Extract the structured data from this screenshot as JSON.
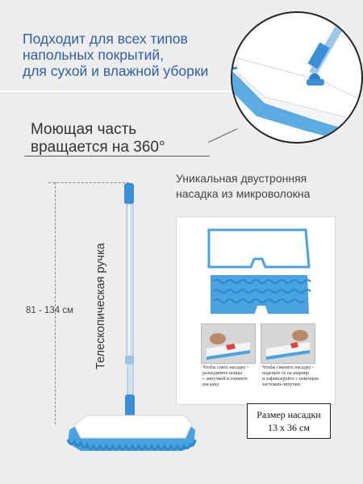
{
  "headline": {
    "lines": [
      "Подходит для всех типов",
      "напольных покрытий,",
      "для сухой и влажной уборки"
    ]
  },
  "rotation_feature": {
    "lines": [
      "Моющая часть",
      "вращается на 360°"
    ]
  },
  "pad_feature": {
    "lines": [
      "Уникальная двустронняя",
      "насадка из микроволокна"
    ]
  },
  "handle": {
    "label": "Телескопическая ручка",
    "height": "81 - 134 см"
  },
  "instructions": {
    "step1": [
      "Чтобы снять насадку -",
      "разъедините концы",
      "с липучкой и снимите",
      "насадку."
    ],
    "step2": [
      "Чтобы сменить насадку -",
      "наденьте ее на шарнир",
      "и зафиксируйте с помощью",
      "застежки-липучки."
    ]
  },
  "pad_size": {
    "title": "Размер насадки",
    "value": "13 х 36 см"
  },
  "colors": {
    "headline": "#2f5fa8",
    "accent_blue": "#3a8fd6",
    "pad_blue": "#4aa3e0",
    "background": "#ededed"
  }
}
